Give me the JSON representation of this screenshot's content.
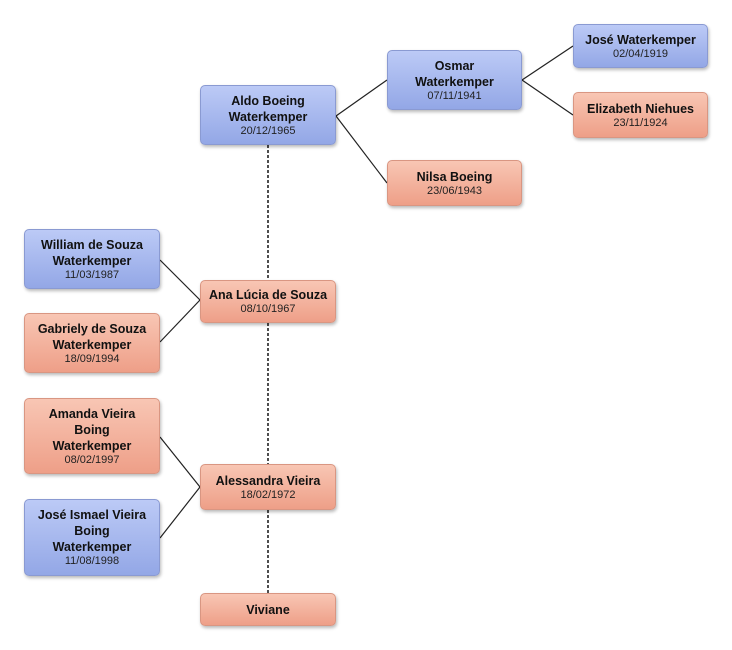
{
  "people": {
    "aldo": {
      "name": "Aldo Boeing\nWaterkemper",
      "date": "20/12/1965",
      "sex": "male"
    },
    "osmar": {
      "name": "Osmar\nWaterkemper",
      "date": "07/11/1941",
      "sex": "male"
    },
    "nilsa": {
      "name": "Nilsa Boeing",
      "date": "23/06/1943",
      "sex": "female"
    },
    "jose_w": {
      "name": "José Waterkemper",
      "date": "02/04/1919",
      "sex": "male"
    },
    "elizabeth": {
      "name": "Elizabeth Niehues",
      "date": "23/11/1924",
      "sex": "female"
    },
    "ana": {
      "name": "Ana Lúcia de Souza",
      "date": "08/10/1967",
      "sex": "female"
    },
    "william": {
      "name": "William de Souza\nWaterkemper",
      "date": "11/03/1987",
      "sex": "male"
    },
    "gabriely": {
      "name": "Gabriely de Souza\nWaterkemper",
      "date": "18/09/1994",
      "sex": "female"
    },
    "alessandra": {
      "name": "Alessandra Vieira",
      "date": "18/02/1972",
      "sex": "female"
    },
    "amanda": {
      "name": "Amanda Vieira\nBoing\nWaterkemper",
      "date": "08/02/1997",
      "sex": "female"
    },
    "jose_ismael": {
      "name": "José Ismael Vieira\nBoing\nWaterkemper",
      "date": "11/08/1998",
      "sex": "male"
    },
    "viviane": {
      "name": "Viviane",
      "date": "",
      "sex": "female"
    }
  },
  "relations": [
    {
      "child": "aldo",
      "parents": [
        "osmar",
        "nilsa"
      ]
    },
    {
      "child": "osmar",
      "parents": [
        "jose_w",
        "elizabeth"
      ]
    },
    {
      "child": "ana",
      "parents": [
        "william",
        "gabriely"
      ],
      "note": "children"
    },
    {
      "child": "alessandra",
      "parents": [
        "amanda",
        "jose_ismael"
      ],
      "note": "children"
    }
  ],
  "partners_of": "aldo",
  "partners": [
    "ana",
    "alessandra",
    "viviane"
  ]
}
